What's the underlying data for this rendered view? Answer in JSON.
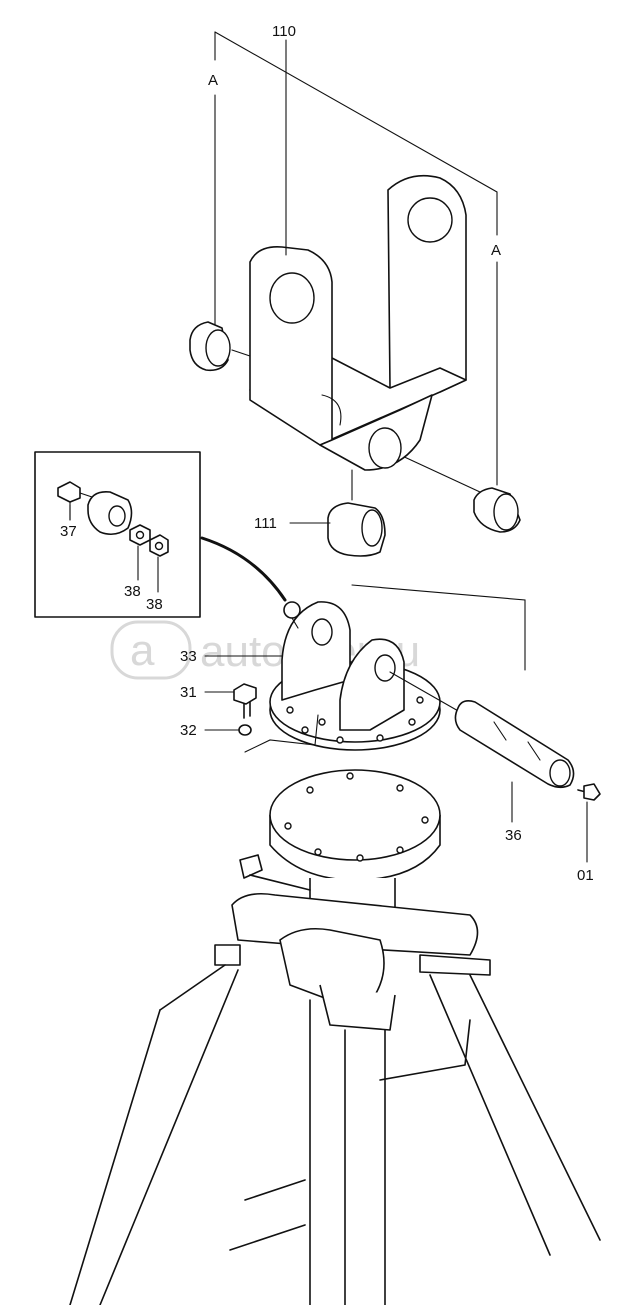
{
  "watermark": {
    "logo_text": "a",
    "site_text": "autopiter.ru"
  },
  "labels": {
    "p110": "110",
    "pA_left": "A",
    "pA_right": "A",
    "p111": "111",
    "p37": "37",
    "p38a": "38",
    "p38b": "38",
    "p33": "33",
    "p31": "31",
    "p32": "32",
    "p36": "36",
    "p01": "01"
  }
}
